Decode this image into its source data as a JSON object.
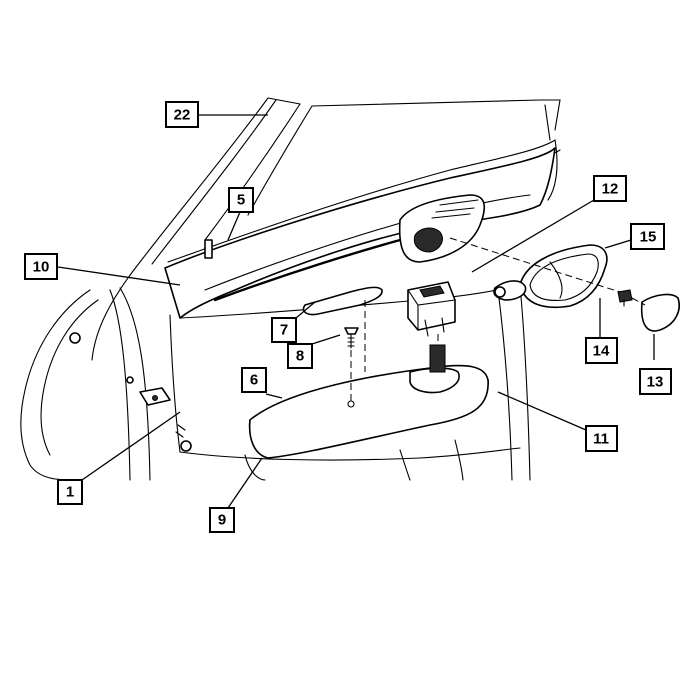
{
  "diagram": {
    "callouts": [
      "22",
      "5",
      "10",
      "12",
      "15",
      "7",
      "8",
      "6",
      "14",
      "13",
      "11",
      "1",
      "9"
    ]
  }
}
